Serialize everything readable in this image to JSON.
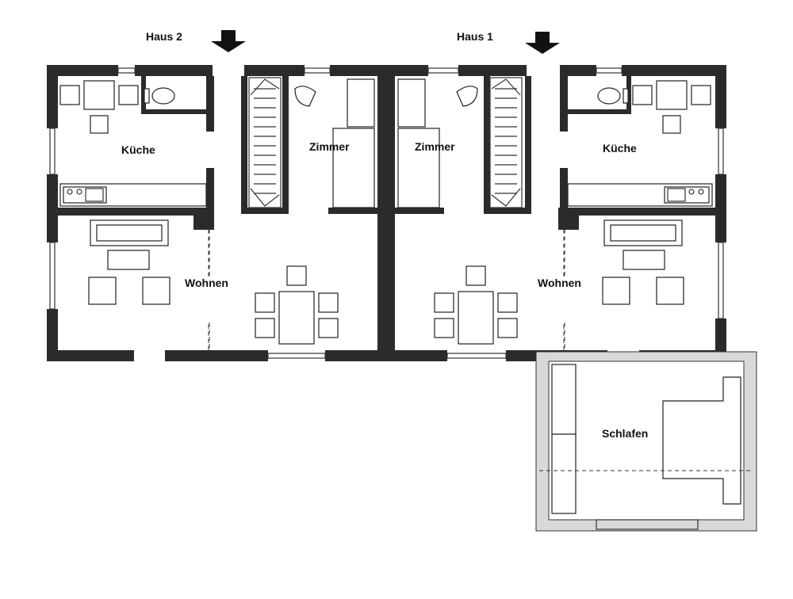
{
  "houses": {
    "left": "Haus 2",
    "right": "Haus 1"
  },
  "rooms": {
    "kueche_left": "Küche",
    "zimmer_left": "Zimmer",
    "wohnen_left": "Wohnen",
    "zimmer_right": "Zimmer",
    "kueche_right": "Küche",
    "wohnen_right": "Wohnen",
    "schlafen": "Schlafen"
  },
  "icons": {
    "entrance_arrow": "arrow-down-icon"
  },
  "colors": {
    "wall": "#2b2b2b",
    "line": "#333333",
    "background": "#ffffff"
  }
}
